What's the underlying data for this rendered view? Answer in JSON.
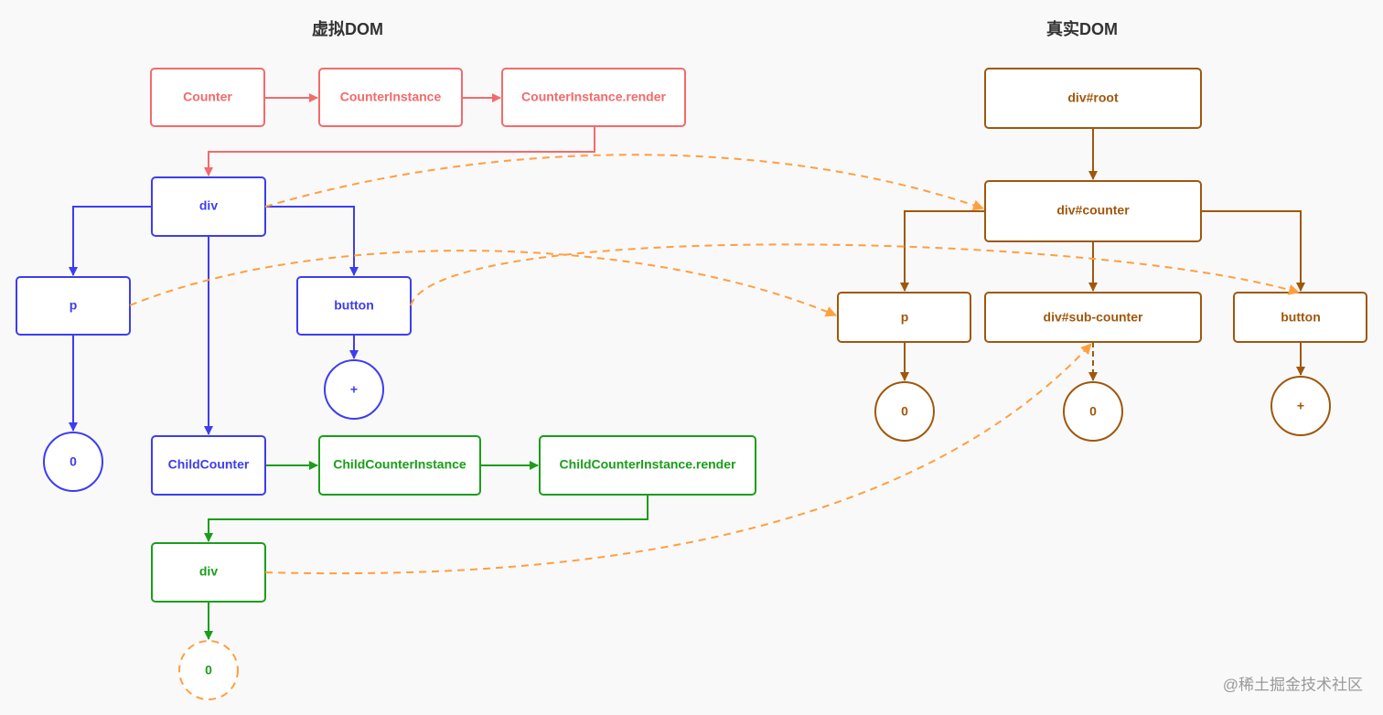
{
  "titles": {
    "virtual": "虚拟DOM",
    "real": "真实DOM"
  },
  "virtual": {
    "counter": "Counter",
    "counter_instance": "CounterInstance",
    "counter_render": "CounterInstance.render",
    "div": "div",
    "p": "p",
    "button": "button",
    "plus": "+",
    "zero": "0",
    "child_counter": "ChildCounter",
    "child_instance": "ChildCounterInstance",
    "child_render": "ChildCounterInstance.render",
    "child_div": "div",
    "child_zero": "0"
  },
  "real": {
    "root": "div#root",
    "counter": "div#counter",
    "p": "p",
    "sub_counter": "div#sub-counter",
    "button": "button",
    "p_zero": "0",
    "sub_zero": "0",
    "plus": "+"
  },
  "colors": {
    "component": "#f46a6a",
    "vdom": "#3d3df0",
    "child": "#1a9e1a",
    "real": "#a0570c",
    "mapping": "#ff9f3f"
  },
  "watermark": "@稀土掘金技术社区"
}
